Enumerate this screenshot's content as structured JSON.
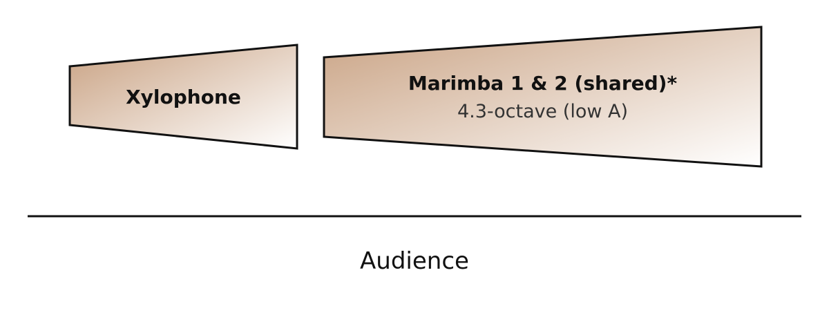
{
  "instruments": [
    {
      "name": "Xylophone"
    },
    {
      "name": "Marimba 1 & 2 (shared)*",
      "detail": "4.3-octave (low A)"
    }
  ],
  "audience_label": "Audience",
  "colors": {
    "fill_start": "#c9a283",
    "fill_end": "#ffffff",
    "stroke": "#111111"
  }
}
